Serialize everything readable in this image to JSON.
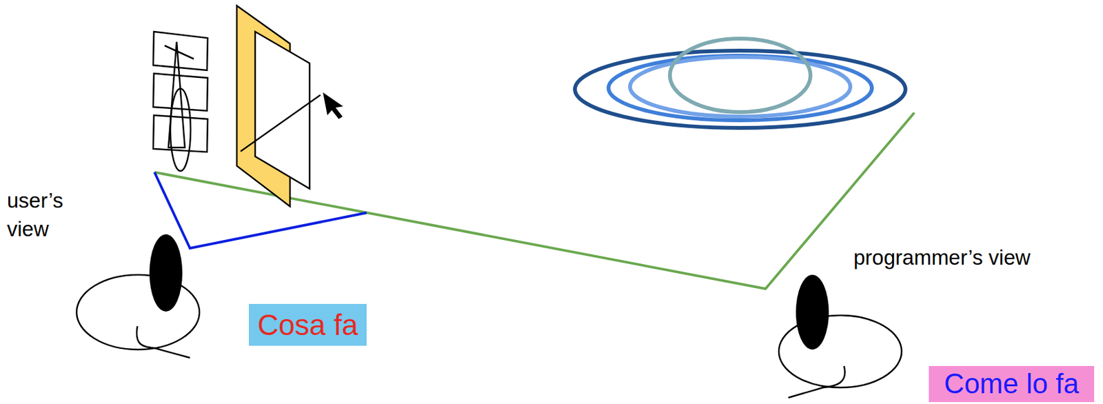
{
  "diagram": {
    "nodes": [
      {
        "text": [
          "Cosa fa"
        ]
      },
      {
        "text": [
          "Come lo fa"
        ]
      }
    ],
    "labels": [
      "user’s view",
      "programmer’s view"
    ]
  }
}
